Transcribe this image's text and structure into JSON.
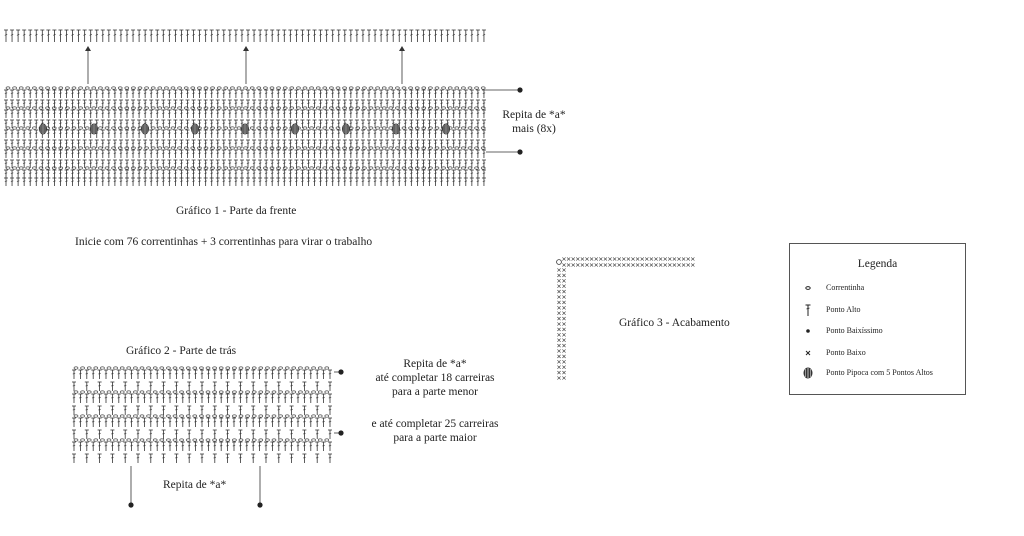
{
  "chart1": {
    "caption": "Gráfico 1 - Parte da frente",
    "start_note": "Inicie com 76 correntinhas + 3 correntinhas para virar o trabalho",
    "repeat_label": "Repita de *a*",
    "repeat_times": "mais (8x)"
  },
  "chart2": {
    "caption": "Gráfico 2 - Parte de trás",
    "repeat_line1": "Repita de *a*",
    "repeat_line2": "até completar 18 carreiras",
    "repeat_line3": "para a parte menor",
    "repeat_line4": "e até completar 25 carreiras",
    "repeat_line5": "para a parte maior",
    "bottom_repeat": "Repita de *a*"
  },
  "chart3": {
    "caption": "Gráfico 3 - Acabamento"
  },
  "legend": {
    "title": "Legenda",
    "items": [
      {
        "symbol": "chain-icon",
        "label": "Correntinha"
      },
      {
        "symbol": "double-crochet-icon",
        "label": "Ponto Alto"
      },
      {
        "symbol": "slip-stitch-icon",
        "label": "Ponto Baixíssimo"
      },
      {
        "symbol": "single-crochet-icon",
        "label": "Ponto Baixo"
      },
      {
        "symbol": "popcorn-stitch-icon",
        "label": "Ponto Pipoca com 5 Pontos Altos"
      }
    ]
  }
}
